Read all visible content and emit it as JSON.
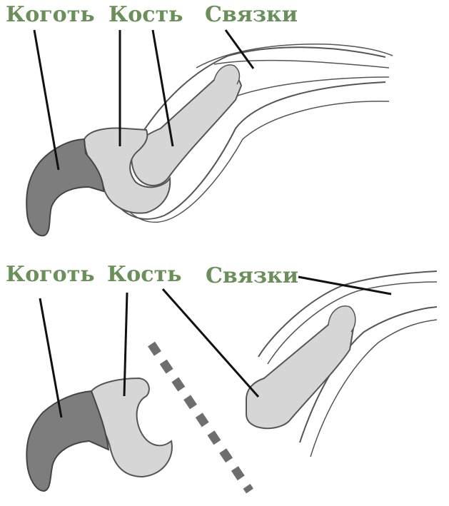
{
  "labels": {
    "claw": "Коготь",
    "bone": "Кость",
    "ligaments": "Связки"
  },
  "colors": {
    "label": "#6a8f5a",
    "claw_fill": "#7d7d7d",
    "bone_fill": "#d6d6d6",
    "outline": "#555555",
    "leader": "#111111",
    "cut_line": "#6e6e6e"
  },
  "panels": [
    {
      "name": "attached",
      "description_labels": [
        "claw",
        "bone",
        "ligaments"
      ]
    },
    {
      "name": "removed",
      "description_labels": [
        "claw",
        "bone",
        "ligaments"
      ]
    }
  ]
}
